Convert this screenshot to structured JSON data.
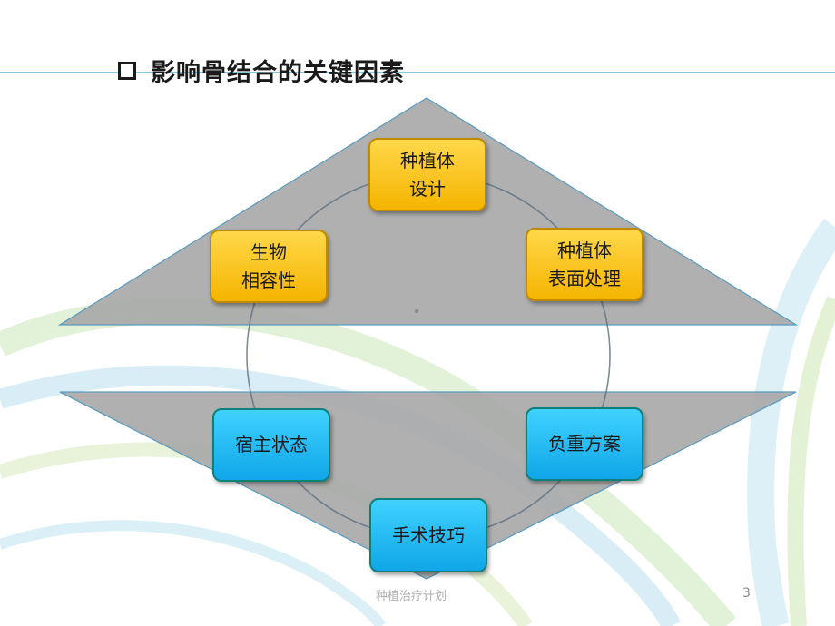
{
  "title": "影响骨结合的关键因素",
  "nodes": {
    "implant_design": {
      "line1": "种植体",
      "line2": "设计"
    },
    "surface_treatment": {
      "line1": "种植体",
      "line2": "表面处理"
    },
    "biocompatibility": {
      "line1": "生物",
      "line2": "相容性"
    },
    "host_status": {
      "line1": "宿主状态"
    },
    "loading_plan": {
      "line1": "负重方案"
    },
    "surgical_skill": {
      "line1": "手术技巧"
    }
  },
  "footer": {
    "text": "种植治疗计划",
    "page": "3"
  },
  "colors": {
    "gold": "#f5b400",
    "blue": "#10a6e8",
    "triangle": "#a6a6a6",
    "edge": "#4a90b8"
  }
}
